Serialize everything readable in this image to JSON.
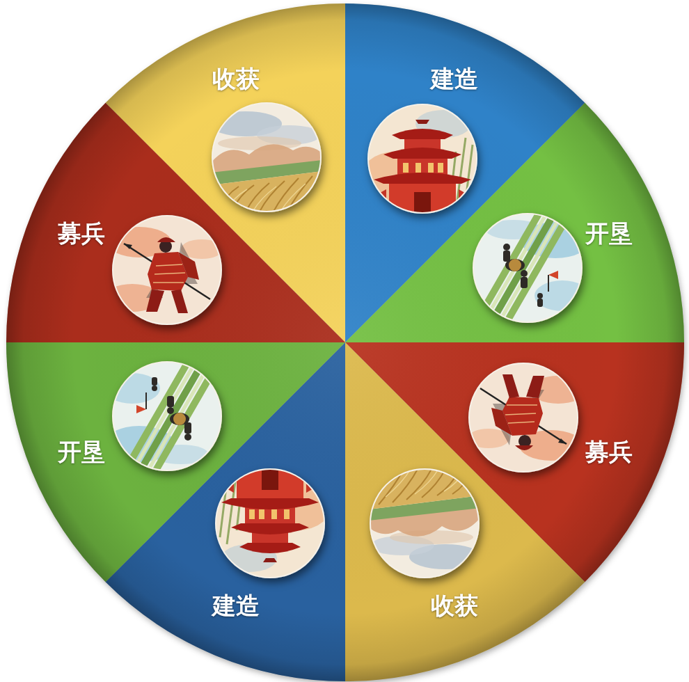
{
  "diagram": {
    "nodes": [
      {
        "text": [
          "收获"
        ]
      },
      {
        "text": [
          "建造"
        ]
      },
      {
        "text": [
          "开垦"
        ]
      },
      {
        "text": [
          "募兵"
        ]
      },
      {
        "text": [
          "收获"
        ]
      },
      {
        "text": [
          "建造"
        ]
      },
      {
        "text": [
          "开垦"
        ]
      },
      {
        "text": [
          "募兵"
        ]
      }
    ]
  }
}
